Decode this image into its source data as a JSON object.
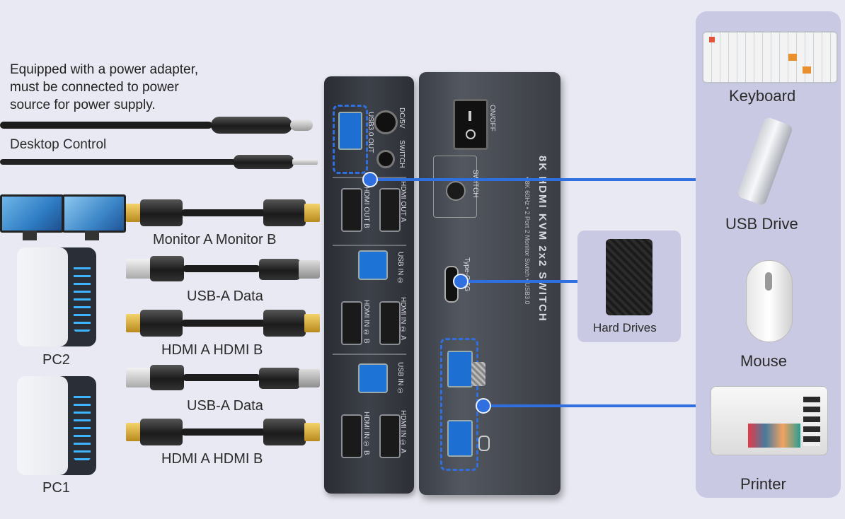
{
  "notes": {
    "power_lines": [
      "Equipped with a power adapter,",
      "must be connected to power",
      "source for power supply."
    ],
    "desktop_control": "Desktop Control"
  },
  "left_labels": {
    "monitors": "Monitor A Monitor B",
    "usb_data_top": "USB-A Data",
    "hdmi_top": "HDMI A HDMI B",
    "usb_data_bottom": "USB-A Data",
    "hdmi_bottom": "HDMI A HDMI B",
    "pc2": "PC2",
    "pc1": "PC1"
  },
  "switch_left_panel": {
    "usb_out": "USB3.0 OUT",
    "dc": "DC/5V",
    "switch": "SWITCH",
    "hdmi_out_a": "HDMI OUT A",
    "hdmi_out_b": "HDMI OUT B",
    "usb_in_2": "USB IN ②",
    "hdmi_in_2a": "HDMI IN ② A",
    "hdmi_in_2b": "HDMI IN ② B",
    "usb_in_1": "USB IN ①",
    "hdmi_in_1a": "HDMI IN ① A",
    "hdmi_in_1b": "HDMI IN ① B"
  },
  "switch_right_panel": {
    "onoff": "ON/OFF",
    "switch": "SWITCH",
    "typec": "Type-C 5G",
    "product_title": "8K HDMI KVM 2x2 SWITCH",
    "product_sub": "• 8K 60Hz • 2 Port 2 Monitor Switch • USB3.0"
  },
  "peripherals": {
    "keyboard": "Keyboard",
    "usb_drive": "USB Drive",
    "mouse": "Mouse",
    "printer": "Printer",
    "hard_drives": "Hard Drives"
  },
  "colors": {
    "accent": "#2f6fe0",
    "panel": "#c9c9e3",
    "background": "#e9e9f3"
  }
}
